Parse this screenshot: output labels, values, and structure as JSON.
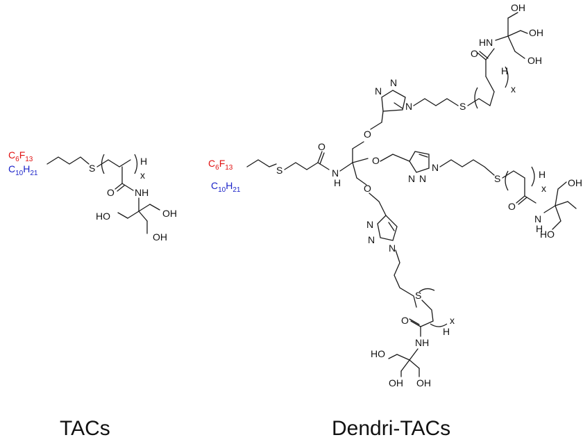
{
  "captions": {
    "left": "TACs",
    "right": "Dendri-TACs"
  },
  "colors": {
    "fluorinated_chain": "#e01010",
    "hydrocarbon_chain": "#1a22c8"
  },
  "atoms": {
    "S": "S",
    "O": "O",
    "N": "N",
    "NH": "NH",
    "HN": "HN",
    "OH": "OH",
    "HO": "HO",
    "H": "H",
    "x": "x"
  },
  "chains": {
    "fluoro_main": "C",
    "fluoro_sub1": "6",
    "fluoro_mid": "F",
    "fluoro_sub2": "13",
    "hydro_main": "C",
    "hydro_sub1": "10",
    "hydro_mid": "H",
    "hydro_sub2": "21"
  }
}
